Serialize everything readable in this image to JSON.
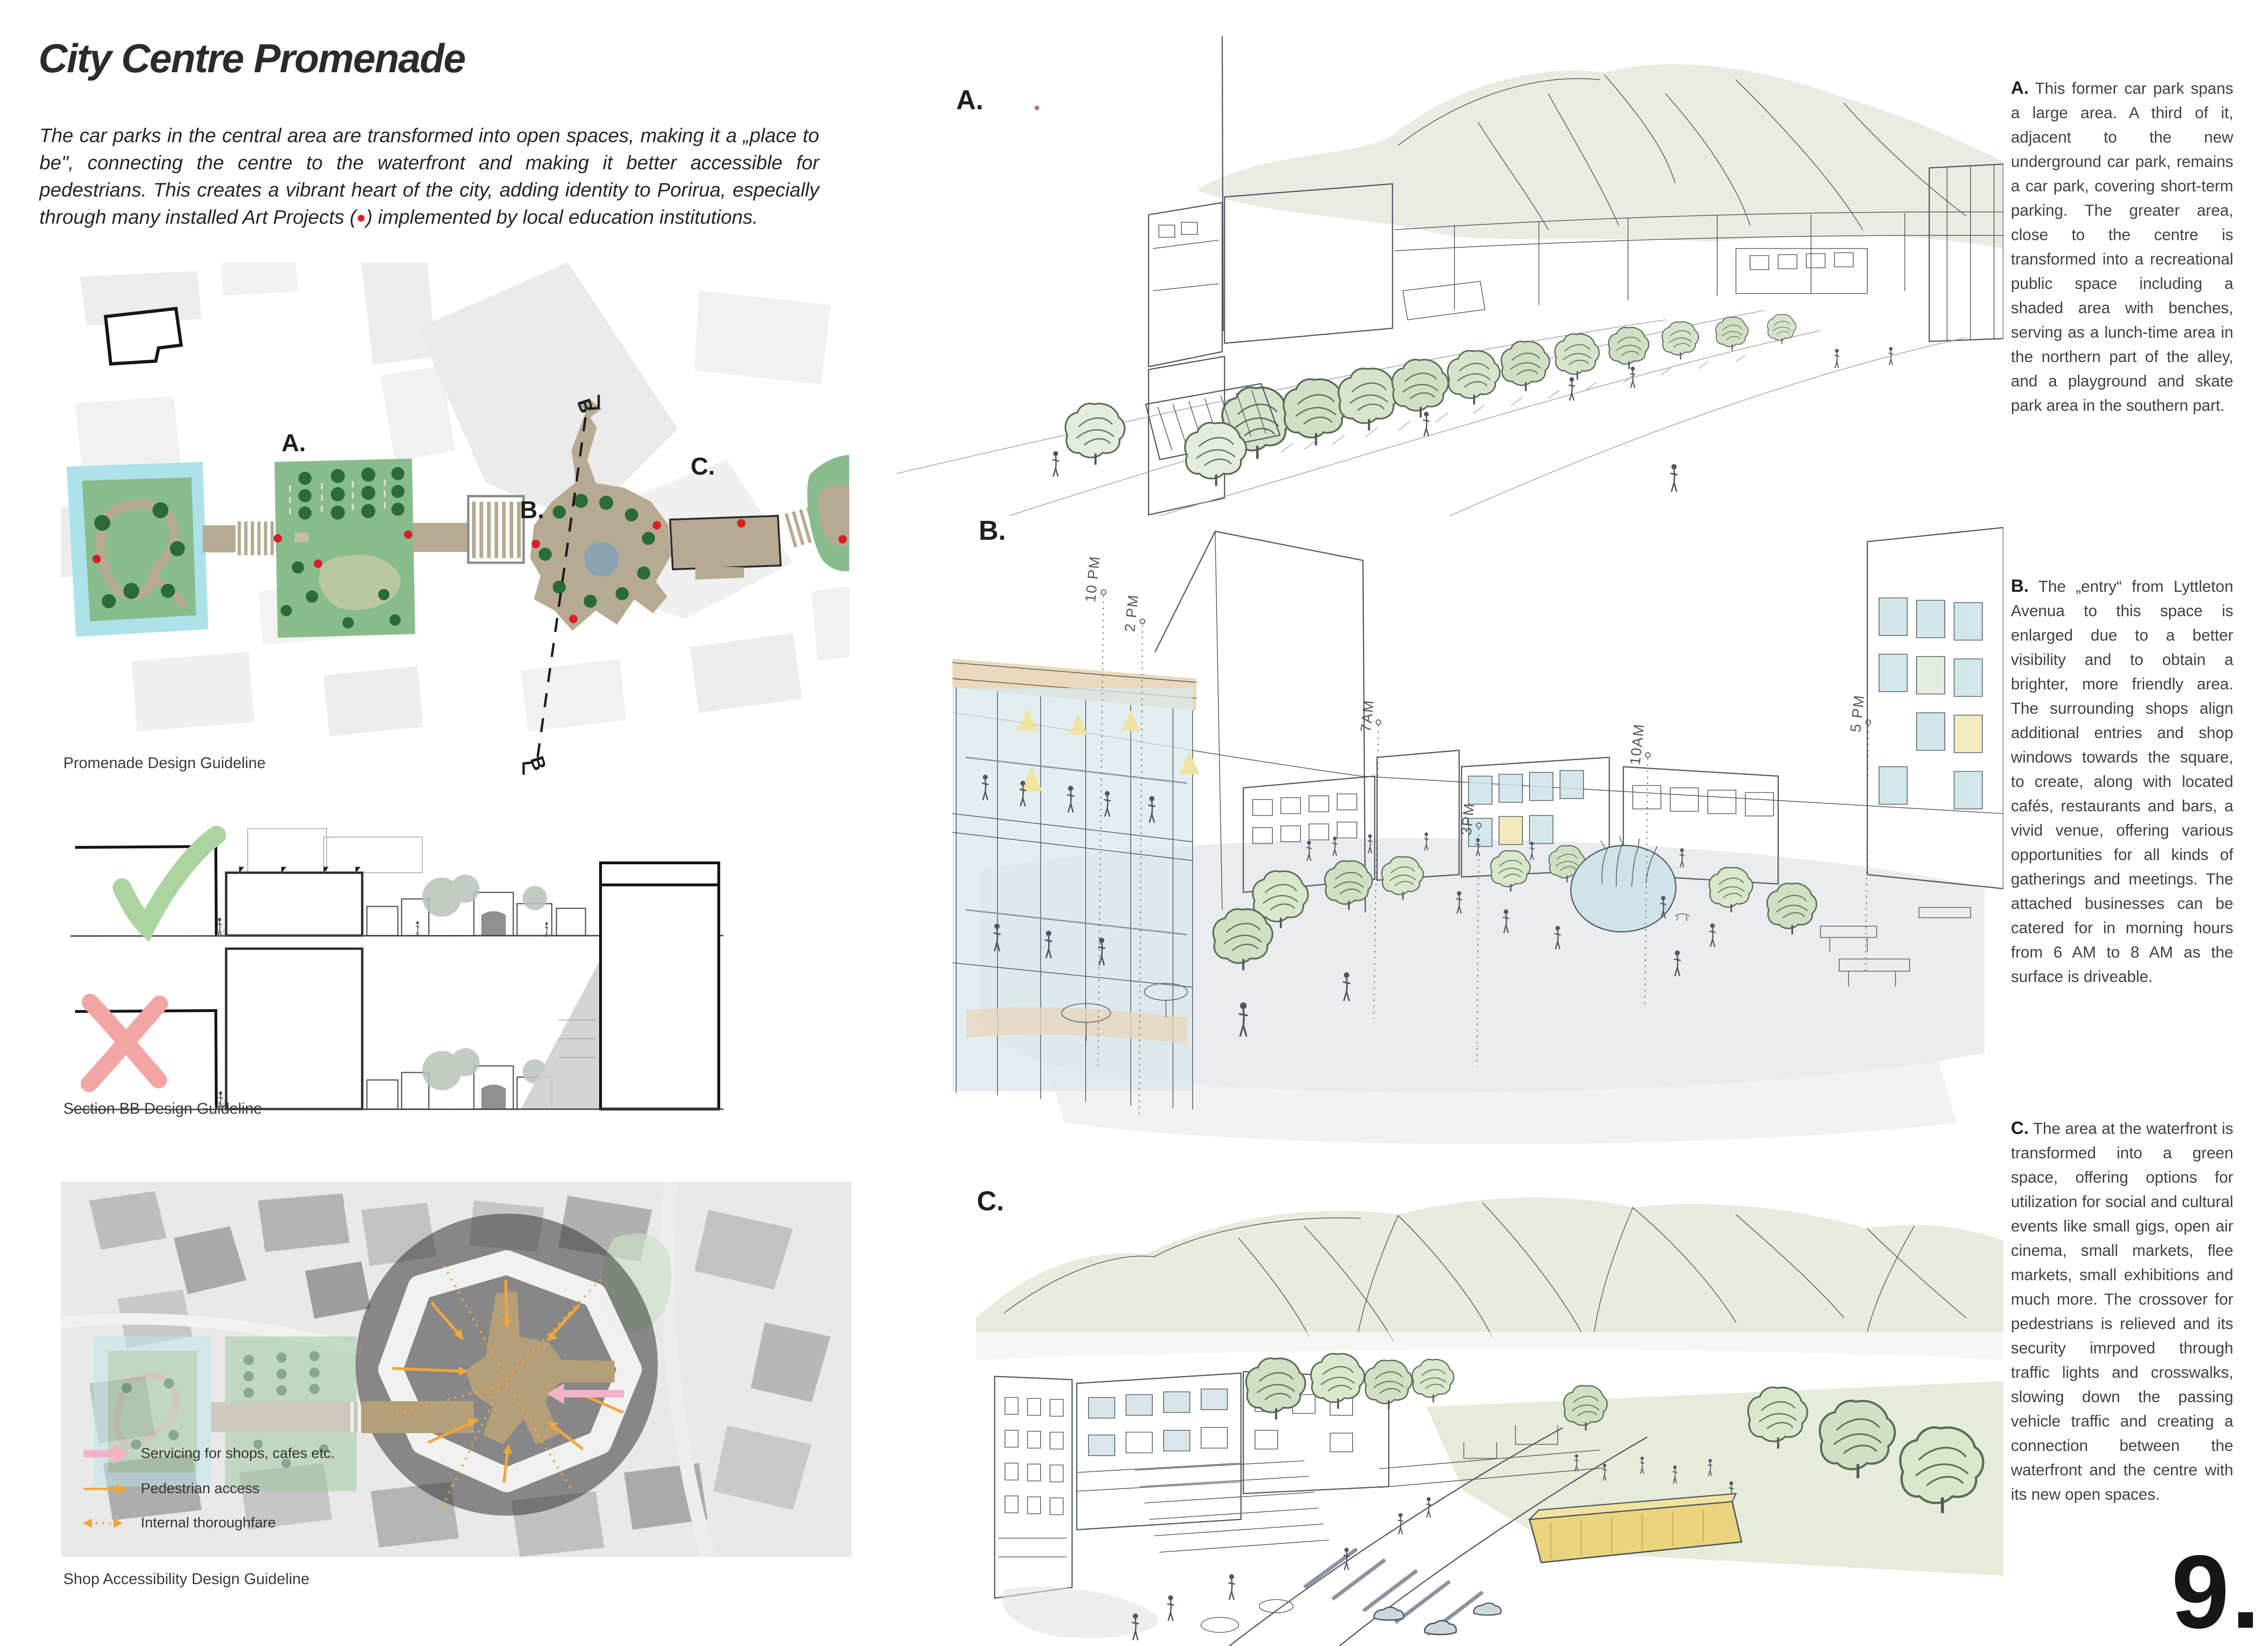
{
  "page": {
    "title": "City Centre Promenade",
    "number": "9."
  },
  "intro": {
    "part1": "The car parks in the central area are transformed into open spaces, making it a „place to be\", connecting the centre to the waterfront and making it better accessible for pedestrians. This creates a vibrant heart of the city, adding identity to Porirua, especially through many installed Art Projects (",
    "dot": "●",
    "part2": ") implemented by local education institutions."
  },
  "figures": {
    "plan": {
      "caption": "Promenade Design Guideline",
      "label_a": "A.",
      "label_b": "B.",
      "label_c": "C.",
      "section_marker": "B"
    },
    "sections": {
      "caption": "Section BB Design Guideline"
    },
    "map": {
      "caption": "Shop Accessibility Design Guideline",
      "legend": [
        {
          "name": "servicing",
          "label": "Servicing for shops, cafes etc."
        },
        {
          "name": "pedestrian",
          "label": "Pedestrian access"
        },
        {
          "name": "internal",
          "label": "Internal thoroughfare"
        }
      ]
    }
  },
  "sketches": {
    "a": {
      "label": "A."
    },
    "b": {
      "label": "B.",
      "time_labels": [
        "10 PM",
        "2 PM",
        "7AM",
        "3PM",
        "10AM",
        "5 PM"
      ]
    },
    "c": {
      "label": "C."
    }
  },
  "annotations": {
    "a": {
      "lead": "A.",
      "text": "This former car park spans a large area. A third of it, adjacent to the new underground car park, remains a car park, covering short-term parking. The greater area, close to the centre is transformed into a recreational public space including a shaded area with benches, serving as a lunch-time area in the northern part of the alley, and a playground and skate park area in the southern part."
    },
    "b": {
      "lead": "B.",
      "text": "The „entry“ from Lyttleton Avenua to this space is enlarged due to a better visibility and to obtain a brighter, more friendly area. The surrounding shops align additional entries and shop windows towards the square, to create, along with located cafés, restaurants and bars, a vivid venue, offering various opportunities for all kinds of gatherings and meetings. The attached businesses can be catered for in morning hours from 6 AM to 8 AM as the surface is driveable."
    },
    "c": {
      "lead": "C.",
      "text": "The area at the waterfront is transformed into a green space, offering options for utilization for social and cultural events like small gigs, open air cinema, small markets, flee markets, small exhibitions and much more. The crossover for pedestrians is relieved and its security imrpoved through traffic lights and crosswalks, slowing down the passing vehicle traffic and creating a connection between the waterfront and the centre with its new open spaces."
    }
  },
  "colors": {
    "art_project_red": "#d91f26",
    "check_green": "#abd4a0",
    "cross_pink": "#f2a5a2",
    "legend_pink": "#f2b3c7",
    "legend_orange": "#f2a63b",
    "plan_water": "#aee2ea",
    "plan_park": "#88bc8c",
    "plan_tree": "#2a6b38",
    "plan_promenade": "#b7aa93",
    "pond_blue": "#8ba3b0",
    "sketch_ink": "#4d5661"
  }
}
